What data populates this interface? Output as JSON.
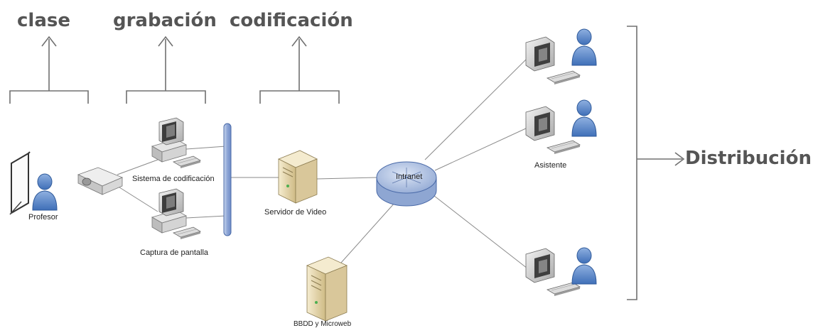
{
  "headings": {
    "clase": "clase",
    "grabacion": "grabación",
    "codificacion": "codificación",
    "distribucion": "Distribución"
  },
  "labels": {
    "profesor": "Profesor",
    "sistema": "Sistema de codificación",
    "captura": "Captura de pantalla",
    "servidor": "Servidor de Video",
    "intranet": "Intranet",
    "bbdd": "BBDD y Microweb",
    "asistente": "Asistente"
  },
  "colors": {
    "heading": "#555555",
    "bracket": "#707070",
    "line": "#8a8a8a",
    "user_blue": "#5b86c7",
    "bus_blue": "#9db3dc",
    "router": "#aebfe0",
    "server_beige": "#ead9ad",
    "pc_gray": "#cfcfcf"
  }
}
